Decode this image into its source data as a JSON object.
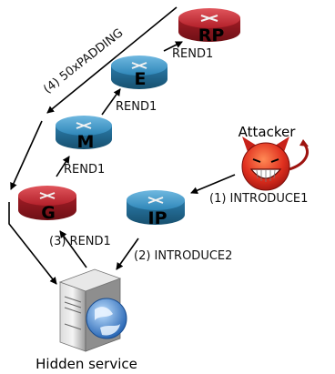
{
  "nodes": {
    "rp": "RP",
    "e": "E",
    "m": "M",
    "g": "G",
    "ip": "IP"
  },
  "labels": {
    "rend1_rp": "REND1",
    "rend1_e": "REND1",
    "rend1_m": "REND1",
    "rend1_g": "(3) REND1",
    "padding": "(4) 50xPADDING",
    "introduce1": "(1) INTRODUCE1",
    "introduce2": "(2) INTRODUCE2"
  },
  "actors": {
    "attacker": "Attacker",
    "hidden_service": "Hidden service"
  },
  "colors": {
    "router_red": "#b3202a",
    "router_blue": "#2e86b8",
    "attacker_red": "#d9261c"
  }
}
